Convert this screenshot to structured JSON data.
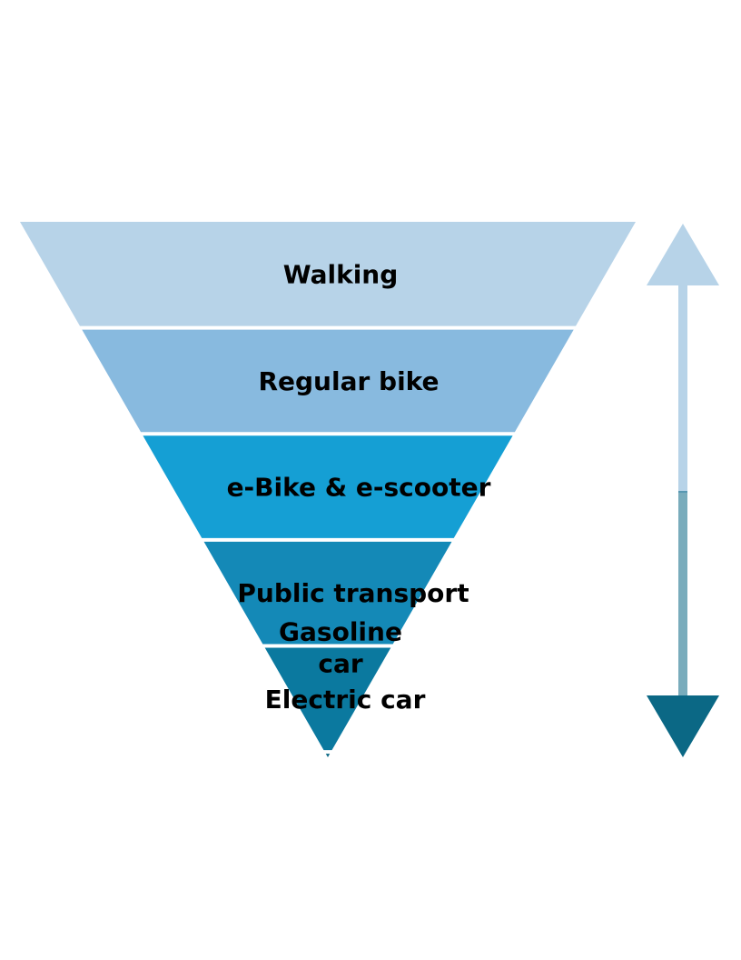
{
  "pyramid": {
    "tiers": [
      {
        "label_lines": [
          "Walking"
        ],
        "color": "#b7d3e8"
      },
      {
        "label_lines": [
          "Regular bike"
        ],
        "color": "#88badf"
      },
      {
        "label_lines": [
          "e-Bike & e-scooter"
        ],
        "color": "#159fd4"
      },
      {
        "label_lines": [
          "Public transport"
        ],
        "color": "#1489b7"
      },
      {
        "label_lines": [
          "Electric car"
        ],
        "color": "#0b799f"
      },
      {
        "label_lines": [
          "Gasoline",
          "car"
        ],
        "color": "#0b6885"
      }
    ]
  },
  "scale_arrow": {
    "top_color": "#b7d3e8",
    "bottom_color": "#0b6885"
  }
}
